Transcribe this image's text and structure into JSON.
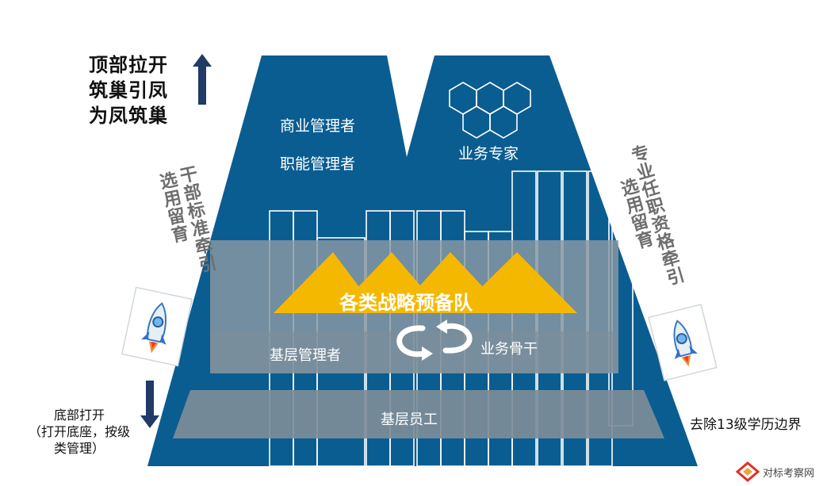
{
  "left_title": {
    "line1": "顶部拉开",
    "line2": "筑巢引凤",
    "line3": "为凤筑巢"
  },
  "left_vertical": {
    "col1": "干部标准牵引",
    "col2": "选用留育"
  },
  "right_vertical": {
    "col1": "专业任职资格牵引",
    "col2": "选用留育"
  },
  "bottom_left": {
    "line1": "底部打开",
    "line2": "（打开底座，按级",
    "line3": "类管理）"
  },
  "bottom_right": "去除13级学历边界",
  "pyramid": {
    "commercial_manager": "商业管理者",
    "functional_manager": "职能管理者",
    "business_expert": "业务专家",
    "strategic_reserve": "各类战略预备队",
    "grassroots_manager": "基层管理者",
    "business_backbone": "业务骨干",
    "grassroots_staff": "基层员工"
  },
  "watermark": "对标考察网",
  "colors": {
    "navy": "#0a5d91",
    "gold": "#f5b800",
    "gray_band": "#7d8d99",
    "arrow": "#1f3b66"
  }
}
